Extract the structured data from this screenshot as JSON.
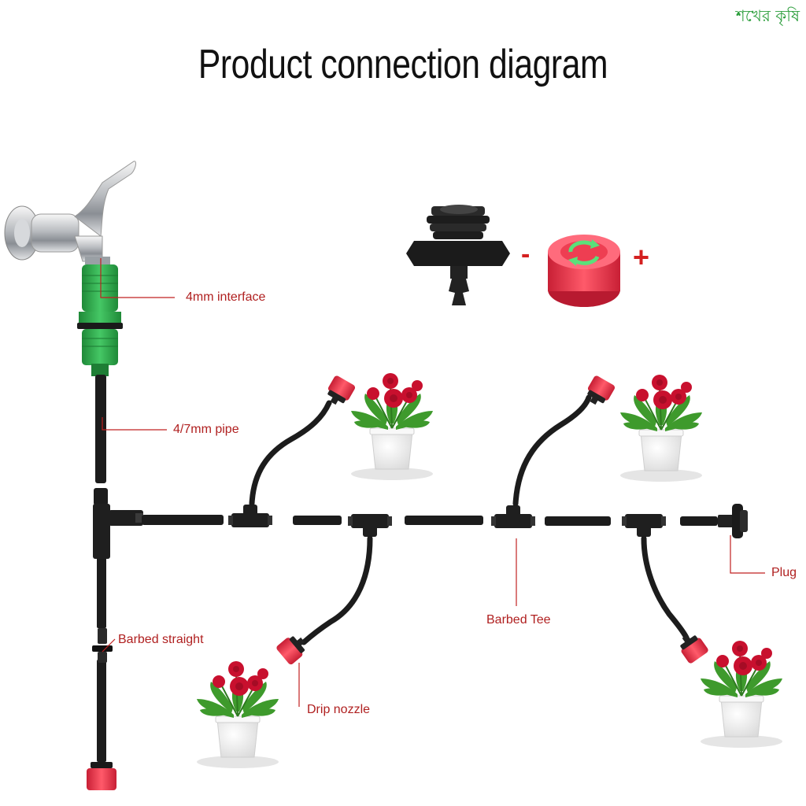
{
  "title": "Product connection diagram",
  "watermark": "শখের কৃষি",
  "labels": {
    "interface": "4mm interface",
    "pipe": "4/7mm pipe",
    "barbed_straight": "Barbed straight",
    "barbed_tee": "Barbed Tee",
    "plug": "Plug",
    "drip_nozzle": "Drip nozzle"
  },
  "adjust_signs": {
    "minus": "-",
    "plus": "+"
  },
  "colors": {
    "label": "#b02020",
    "pipe": "#1c1c1c",
    "connector_green": "#2faa4a",
    "nozzle_red": "#e8374a",
    "flower_red": "#c8102e",
    "leaf_green": "#3e9a2c",
    "pot_white": "#f4f4f4"
  }
}
